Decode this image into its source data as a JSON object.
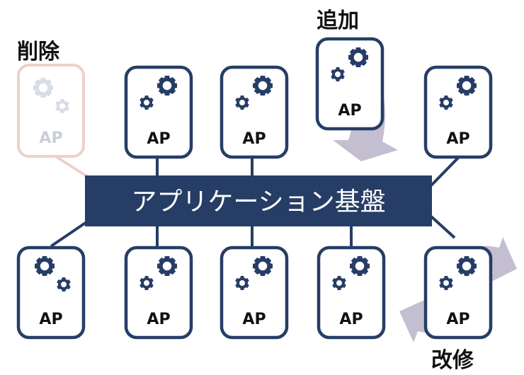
{
  "platform": {
    "label": "アプリケーション基盤",
    "fill": "#263d66",
    "text_color": "#ffffff"
  },
  "module_label": "AP",
  "ops": {
    "delete": "削除",
    "add": "追加",
    "modify": "改修"
  },
  "colors": {
    "box_stroke": "#263d66",
    "gear": "#263d66",
    "deleted": "#f0cfc9",
    "deleted_gear": "#d8dde6",
    "deleted_text": "#c9ced6",
    "arrow": "#b9b4c9"
  },
  "icons": {
    "module": "gears-icon",
    "add_arrow": "curved-arrow-icon",
    "modify_arrow": "circular-arrows-icon"
  }
}
